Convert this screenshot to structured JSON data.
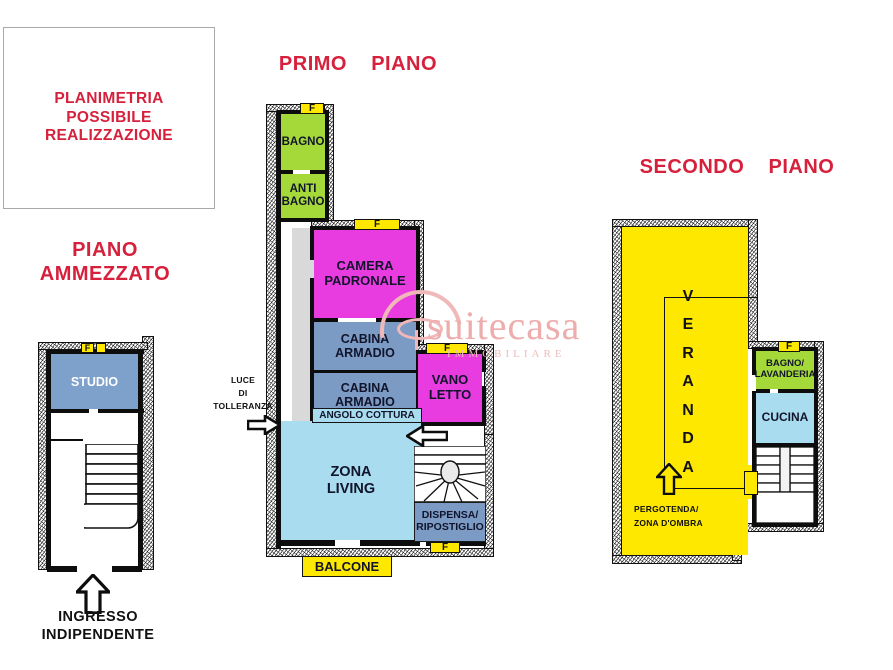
{
  "legend": {
    "line1": "PLANIMETRIA",
    "line2": "POSSIBILE",
    "line3": "REALIZZAZIONE"
  },
  "watermark": {
    "brand": "suitecasa",
    "tagline": "IMMOBILIARE"
  },
  "plans": {
    "mezzanine": {
      "title_line1": "PIANO",
      "title_line2": "AMMEZZATO",
      "rooms": [
        {
          "name": "STUDIO",
          "color": "#7da1cb"
        }
      ],
      "window_marks": [
        {
          "label": "F"
        },
        {
          "label": "F"
        }
      ],
      "entrance_note_line1": "INGRESSO",
      "entrance_note_line2": "INDIPENDENTE"
    },
    "first_floor": {
      "title_line1": "PRIMO",
      "title_line2": "PIANO",
      "rooms": [
        {
          "name": "BAGNO",
          "color": "#a5d93a"
        },
        {
          "name_line1": "ANTI",
          "name_line2": "BAGNO",
          "color": "#a5d93a"
        },
        {
          "name_line1": "CAMERA",
          "name_line2": "PADRONALE",
          "color": "#e83ce0"
        },
        {
          "name_line1": "CABINA",
          "name_line2": "ARMADIO",
          "color": "#7b9bc4"
        },
        {
          "name_line1": "CABINA",
          "name_line2": "ARMADIO",
          "color": "#7b9bc4"
        },
        {
          "name_line1": "VANO",
          "name_line2": "LETTO",
          "color": "#e83ce0"
        },
        {
          "name_line1": "ZONA",
          "name_line2": "LIVING",
          "color": "#a8dcee"
        },
        {
          "name_line1": "DISPENSA/",
          "name_line2": "RIPOSTIGLIO",
          "color": "#7b9bc4"
        }
      ],
      "bands": [
        {
          "name": "ANGOLO COTTURA",
          "color": "#a8dcee"
        },
        {
          "name": "BALCONE",
          "color": "#ffe800"
        }
      ],
      "window_marks": [
        {
          "label": "F"
        },
        {
          "label": "F"
        },
        {
          "label": "F"
        },
        {
          "label": "F"
        }
      ],
      "tolerance_note_line1": "LUCE",
      "tolerance_note_line2": "DI",
      "tolerance_note_line3": "TOLLERANZA"
    },
    "second_floor": {
      "title_line1": "SECONDO",
      "title_line2": "PIANO",
      "veranda_letters": [
        "V",
        "E",
        "R",
        "A",
        "N",
        "D",
        "A"
      ],
      "veranda_color": "#ffe800",
      "rooms": [
        {
          "name_line1": "BAGNO/",
          "name_line2": "LAVANDERIA",
          "color": "#a5d93a"
        },
        {
          "name": "CUCINA",
          "color": "#a8dcee"
        }
      ],
      "window_marks": [
        {
          "label": "F"
        }
      ],
      "pergola_note_line1": "PERGOTENDA/",
      "pergola_note_line2": "ZONA D'OMBRA"
    }
  },
  "colors": {
    "title_red": "#d6203c",
    "green": "#a5d93a",
    "magenta": "#e83ce0",
    "blue_gray": "#7b9bc4",
    "light_blue": "#a8dcee",
    "yellow": "#ffe800",
    "studio_blue": "#7da1cb",
    "wall_black": "#0d0d0d"
  }
}
